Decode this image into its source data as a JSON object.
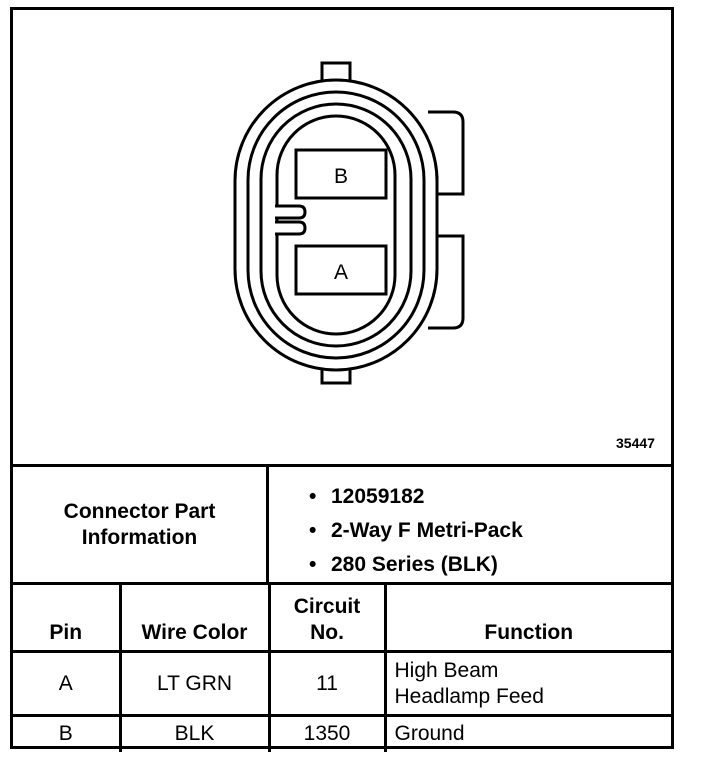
{
  "diagram": {
    "cavity_labels": [
      "B",
      "A"
    ],
    "figure_number": "35447"
  },
  "connector": {
    "label_lines": [
      "Connector Part",
      "Information"
    ],
    "bullet": "•",
    "details": [
      "12059182",
      "2-Way F Metri-Pack",
      "280 Series (BLK)"
    ]
  },
  "pin_table": {
    "headers": {
      "pin": "Pin",
      "wire_color": "Wire Color",
      "circuit_line1": "Circuit",
      "circuit_line2": "No.",
      "function": "Function"
    },
    "rows": [
      {
        "pin": "A",
        "wire_color": "LT GRN",
        "circuit": "11",
        "function_line1": "High Beam",
        "function_line2": "Headlamp Feed"
      },
      {
        "pin": "B",
        "wire_color": "BLK",
        "circuit": "1350",
        "function_line1": "Ground",
        "function_line2": ""
      }
    ]
  }
}
